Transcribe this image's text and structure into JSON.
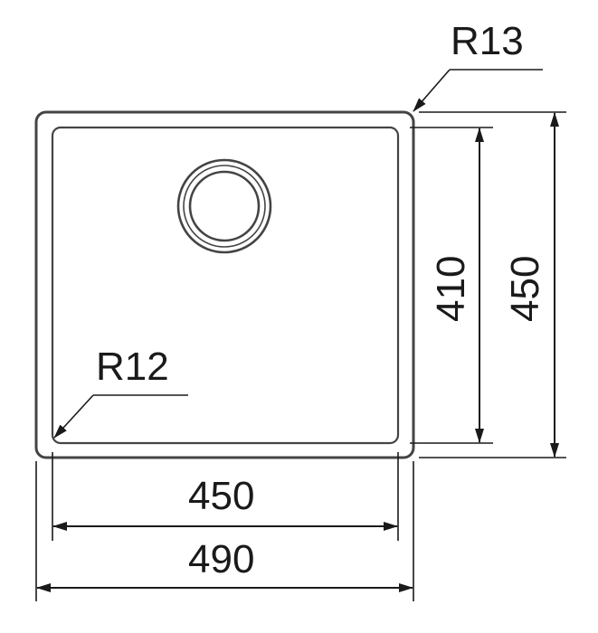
{
  "dimensions": {
    "outer_width": "490",
    "inner_width": "450",
    "inner_height": "410",
    "outer_height": "450",
    "outer_radius": "R13",
    "inner_radius": "R12"
  },
  "colors": {
    "line": "#1a1a1a",
    "outline": "#444444",
    "background": "#ffffff"
  }
}
